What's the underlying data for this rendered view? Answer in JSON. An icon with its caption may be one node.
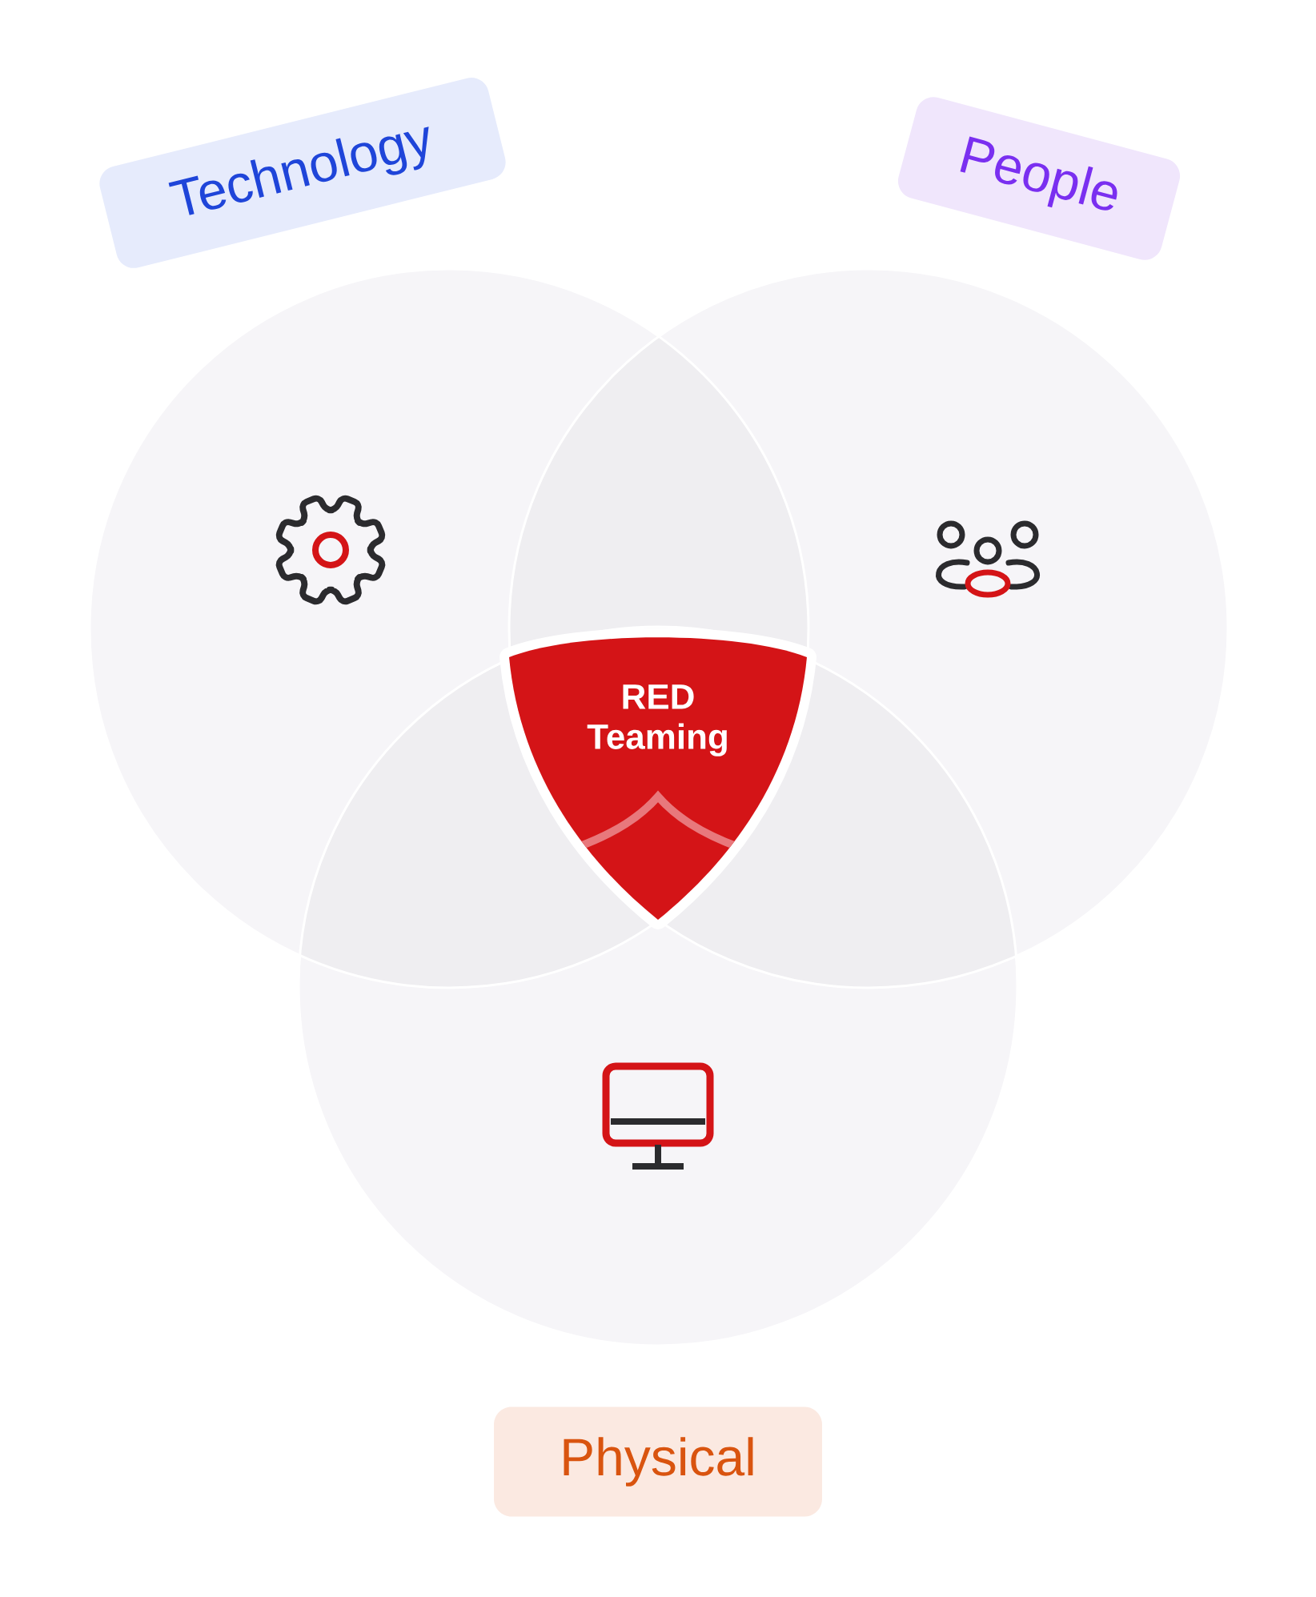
{
  "diagram": {
    "nodes": [
      {
        "text": [
          "Technology"
        ]
      },
      {
        "text": [
          "People"
        ]
      },
      {
        "text": [
          "Physical"
        ]
      },
      {
        "text": [
          "RED Teaming"
        ]
      }
    ]
  }
}
